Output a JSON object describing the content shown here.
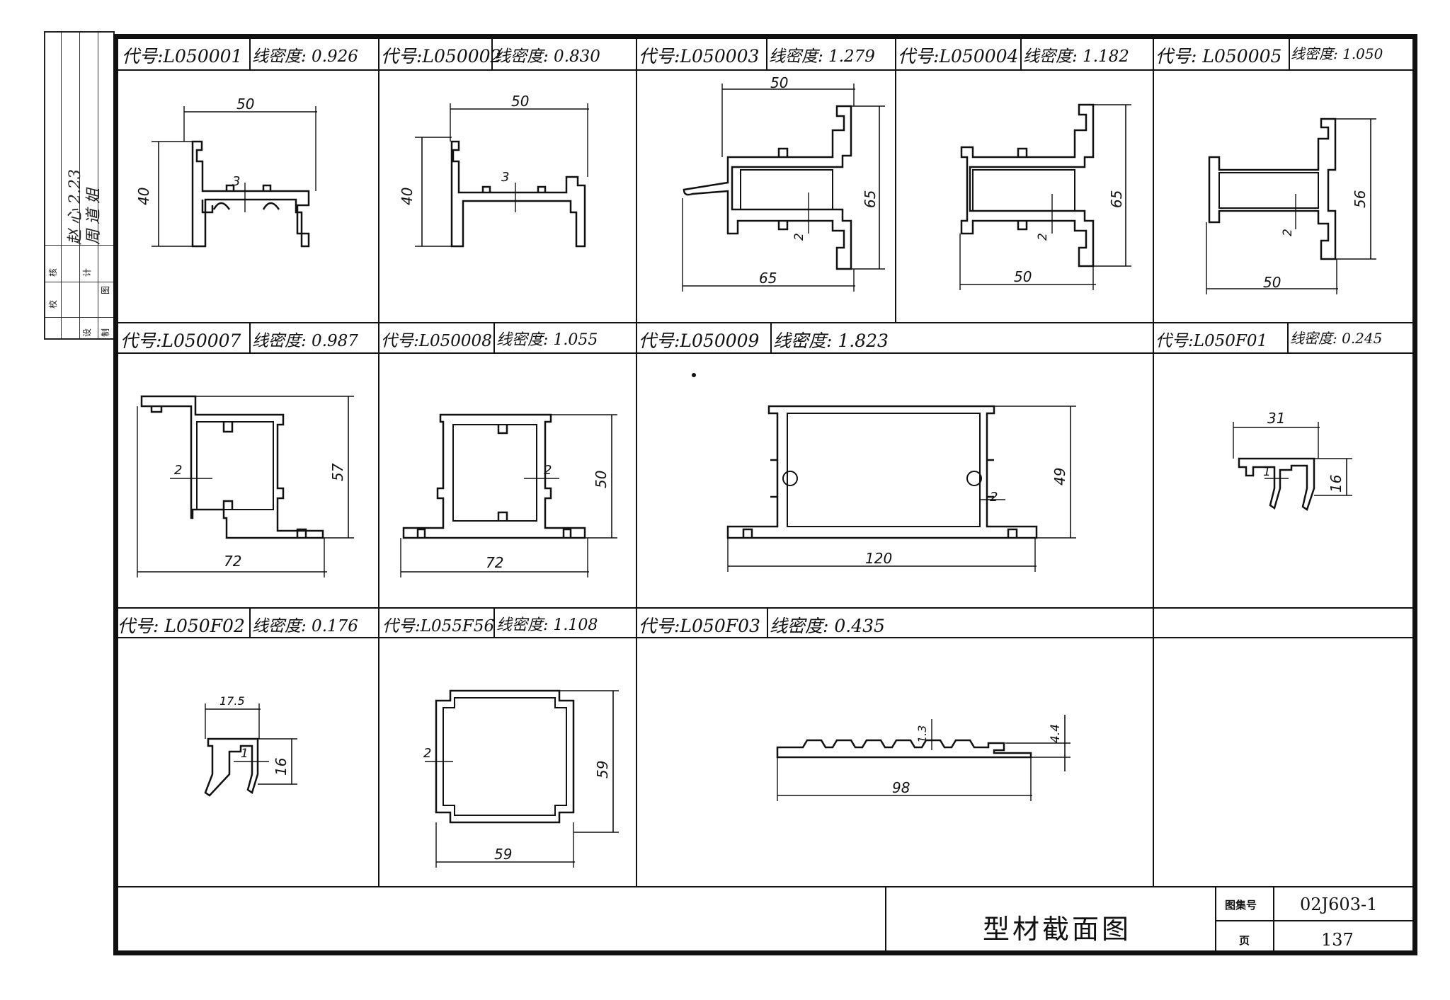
{
  "sidebar": {
    "labels": [
      "校",
      "核",
      "设",
      "计",
      "制",
      "图"
    ],
    "sign_1": "赵 心 2.23",
    "sign_2": "周 道 姐"
  },
  "cells": [
    {
      "id": "c1",
      "code": "代号:L050001",
      "density": "线密度: 0.926",
      "dims": [
        "50",
        "40",
        "3"
      ]
    },
    {
      "id": "c2",
      "code": "代号:L050002",
      "density": "线密度: 0.830",
      "dims": [
        "50",
        "40",
        "3"
      ]
    },
    {
      "id": "c3",
      "code": "代号:L050003",
      "density": "线密度: 1.279",
      "dims": [
        "50",
        "65",
        "2",
        "65"
      ]
    },
    {
      "id": "c4",
      "code": "代号:L050004",
      "density": "线密度: 1.182",
      "dims": [
        "65",
        "2",
        "50"
      ]
    },
    {
      "id": "c5",
      "code": "代号: L050005",
      "density": "线密度: 1.050",
      "dims": [
        "56",
        "2",
        "50"
      ]
    },
    {
      "id": "c6",
      "code": "代号:L050007",
      "density": "线密度: 0.987",
      "dims": [
        "2",
        "57",
        "72"
      ]
    },
    {
      "id": "c7",
      "code": "代号:L050008",
      "density": "线密度: 1.055",
      "dims": [
        "2",
        "50",
        "72"
      ]
    },
    {
      "id": "c8",
      "code": "代号:L050009",
      "density": "线密度: 1.823",
      "dims": [
        "49",
        "2",
        "120"
      ]
    },
    {
      "id": "c9",
      "code": "代号:L050F01",
      "density": "线密度: 0.245",
      "dims": [
        "31",
        "1",
        "16"
      ]
    },
    {
      "id": "c10",
      "code": "代号: L050F02",
      "density": "线密度: 0.176",
      "dims": [
        "17.5",
        "1",
        "16"
      ]
    },
    {
      "id": "c11",
      "code": "代号:L055F56",
      "density": "线密度: 1.108",
      "dims": [
        "2",
        "59",
        "59"
      ]
    },
    {
      "id": "c12",
      "code": "代号:L050F03",
      "density": "线密度: 0.435",
      "dims": [
        "1.3",
        "4.4",
        "98"
      ]
    }
  ],
  "title_block": {
    "title": "型材截面图",
    "atlas_label": "图集号",
    "atlas_number": "02J603-1",
    "page_label": "页",
    "page_number": "137"
  }
}
